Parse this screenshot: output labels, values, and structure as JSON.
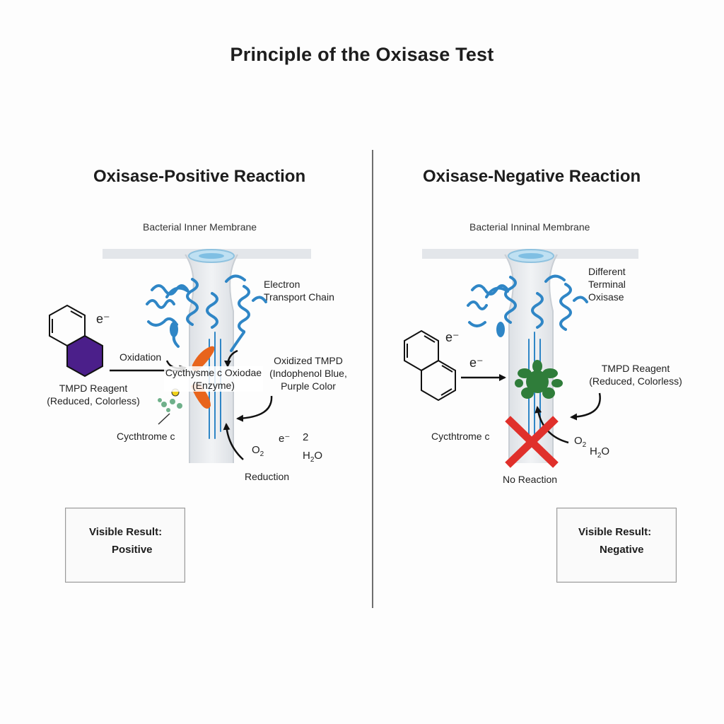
{
  "title": "Principle of the Oxisase Test",
  "positive": {
    "heading": "Oxisase-Positive Reaction",
    "membrane_label": "Bacterial Inner Membrane",
    "etc_label_line1": "Electron",
    "etc_label_line2": "Transport Chain",
    "electron_symbol": "e⁻",
    "oxidation_label": "Oxidation",
    "enzyme_label_line1": "Cycthysme c Oxiodae",
    "enzyme_label_line2": "(Enzyme)",
    "oxidized_line1": "Oxidized TMPD",
    "oxidized_line2": "(Indophenol Blue,",
    "oxidized_line3": "Purple Color",
    "reagent_line1": "TMPD Reagent",
    "reagent_line2": "(Reduced, Colorless)",
    "cytochrome_label": "Cycthtrome c",
    "o2_label": "O",
    "o2_sub": "2",
    "e_label": "e⁻",
    "two_label": "2",
    "h2o_label_h": "H",
    "h2o_sub": "2",
    "h2o_label_o": "O",
    "reduction_label": "Reduction",
    "result_title": "Visible Result:",
    "result_value": "Positive",
    "swab_color": "#4b1f8a"
  },
  "negative": {
    "heading": "Oxisase-Negative Reaction",
    "membrane_label": "Bacterial Inninal Membrane",
    "terminal_line1": "Different",
    "terminal_line2": "Terminal",
    "terminal_line3": "Oxisase",
    "electron_symbol": "e⁻",
    "electron_symbol2": "e⁻",
    "reagent_line1": "TMPD Reagent",
    "reagent_line2": "(Reduced, Colorless)",
    "cytochrome_label": "Cycthtrome c",
    "o2_label": "O",
    "o2_sub": "2",
    "h2o_label_h": "H",
    "h2o_sub": "2",
    "h2o_label_o": "O",
    "no_reaction_label": "No Reaction",
    "result_title": "Visible Result:",
    "result_value": "Negative",
    "swab_color": "#e9e6e1"
  },
  "colors": {
    "protein_blue": "#2f86c6",
    "enzyme_orange": "#e8641c",
    "negative_green": "#2f7d3a",
    "cross_red": "#e0302b",
    "membrane_grey": "#e3e6ea"
  },
  "icons": [
    "benzene-ring-icon",
    "swab-icon",
    "red-cross-icon",
    "arrow-icon"
  ]
}
